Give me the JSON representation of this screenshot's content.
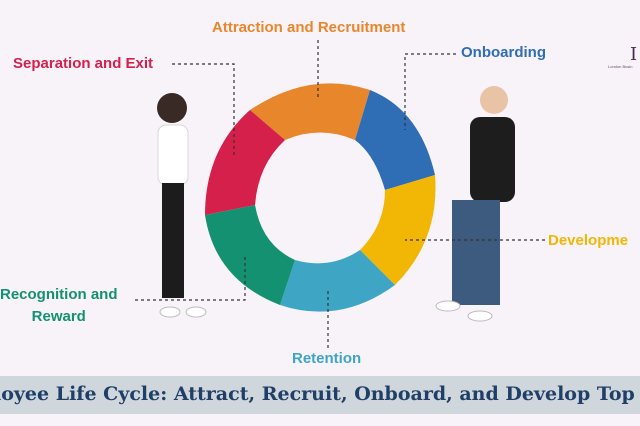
{
  "stages": [
    {
      "id": "attraction",
      "label": "Attraction and Recruitment",
      "color": "#e8862c"
    },
    {
      "id": "onboarding",
      "label": "Onboarding",
      "color": "#2f6db5"
    },
    {
      "id": "development",
      "label": "Developme",
      "color": "#f2b705"
    },
    {
      "id": "retention",
      "label": "Retention",
      "color": "#3ea6c4"
    },
    {
      "id": "recognition",
      "label_line1": "Recognition and",
      "label_line2": "Reward",
      "color": "#149170"
    },
    {
      "id": "separation",
      "label": "Separation and Exit",
      "color": "#d4204a"
    }
  ],
  "banner": {
    "text": "loyee Life Cycle: Attract, Recruit, Onboard, and Develop Top Ta"
  },
  "logo": {
    "mark": "I",
    "subtext": "London Busin"
  }
}
